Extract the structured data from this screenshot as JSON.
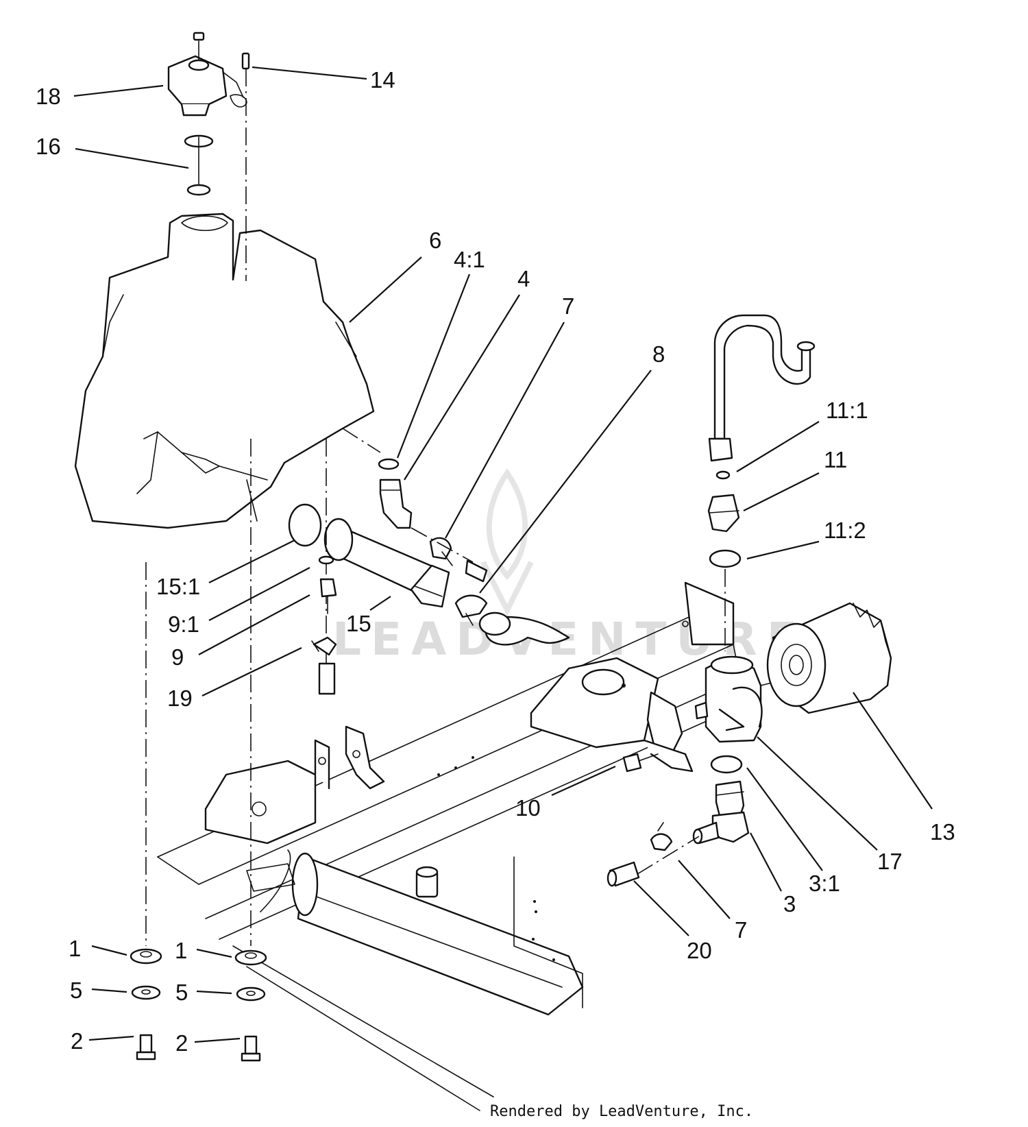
{
  "watermark": "LEADVENTURE",
  "credit": "Rendered by LeadVenture, Inc.",
  "callouts": [
    {
      "id": "18"
    },
    {
      "id": "14"
    },
    {
      "id": "16"
    },
    {
      "id": "6"
    },
    {
      "id": "4:1"
    },
    {
      "id": "4"
    },
    {
      "id": "7"
    },
    {
      "id": "8"
    },
    {
      "id": "11:1"
    },
    {
      "id": "11"
    },
    {
      "id": "11:2"
    },
    {
      "id": "15:1"
    },
    {
      "id": "9:1"
    },
    {
      "id": "15"
    },
    {
      "id": "9"
    },
    {
      "id": "19"
    },
    {
      "id": "13"
    },
    {
      "id": "10"
    },
    {
      "id": "17"
    },
    {
      "id": "3:1"
    },
    {
      "id": "3"
    },
    {
      "id": "7"
    },
    {
      "id": "20"
    },
    {
      "id": "1"
    },
    {
      "id": "1"
    },
    {
      "id": "5"
    },
    {
      "id": "5"
    },
    {
      "id": "2"
    },
    {
      "id": "2"
    }
  ]
}
